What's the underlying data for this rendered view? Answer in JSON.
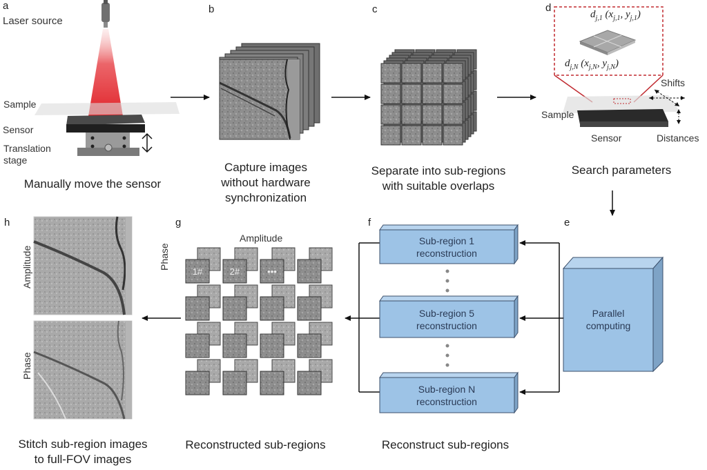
{
  "panels": {
    "a": {
      "letter": "a",
      "labels": {
        "laser_source": "Laser source",
        "sample": "Sample",
        "sensor": "Sensor",
        "translation_stage_1": "Translation",
        "translation_stage_2": "stage"
      },
      "caption": "Manually move the sensor"
    },
    "b": {
      "letter": "b",
      "caption_lines": [
        "Capture images",
        "without hardware",
        "synchronization"
      ]
    },
    "c": {
      "letter": "c",
      "caption_lines": [
        "Separate into sub-regions",
        "with suitable overlaps"
      ]
    },
    "d": {
      "letter": "d",
      "param_top": "d_{j,1} (x_{j,1}, y_{j,1})",
      "param_top_parts": {
        "d": "d",
        "sub": "j,1",
        "paren": "(x",
        "xsub": "j,1",
        "comma": ", y",
        "ysub": "j,1",
        "close": ")"
      },
      "param_bottom_parts": {
        "d": "d",
        "sub": "j,N",
        "paren": "(x",
        "xsub": "j,N",
        "comma": ", y",
        "ysub": "j,N",
        "close": ")"
      },
      "labels": {
        "shifts": "Shifts",
        "sample": "Sample",
        "sensor": "Sensor",
        "distances": "Distances"
      },
      "caption": "Search parameters"
    },
    "e": {
      "letter": "e",
      "box_lines": [
        "Parallel",
        "computing"
      ]
    },
    "f": {
      "letter": "f",
      "boxes": [
        {
          "line1": "Sub-region 1",
          "line2": "reconstruction"
        },
        {
          "line1": "Sub-region 5",
          "line2": "reconstruction"
        },
        {
          "line1": "Sub-region N",
          "line2": "reconstruction"
        }
      ],
      "caption": "Reconstruct sub-regions"
    },
    "g": {
      "letter": "g",
      "amplitude_label": "Amplitude",
      "phase_label": "Phase",
      "tile_labels": [
        "1#",
        "2#",
        "•••"
      ],
      "caption": "Reconstructed sub-regions"
    },
    "h": {
      "letter": "h",
      "amplitude_label": "Amplitude",
      "phase_label": "Phase",
      "caption_lines": [
        "Stitch sub-region images",
        "to full-FOV images"
      ]
    }
  },
  "colors": {
    "box_fill": "#9dc3e6",
    "box_top": "#b8d4ee",
    "box_side": "#7ea3c6",
    "box_stroke": "#3b4f6b",
    "laser_red": "#e0242a",
    "dashed_red": "#c0282e",
    "tile_gray": "#8a8a8a"
  }
}
